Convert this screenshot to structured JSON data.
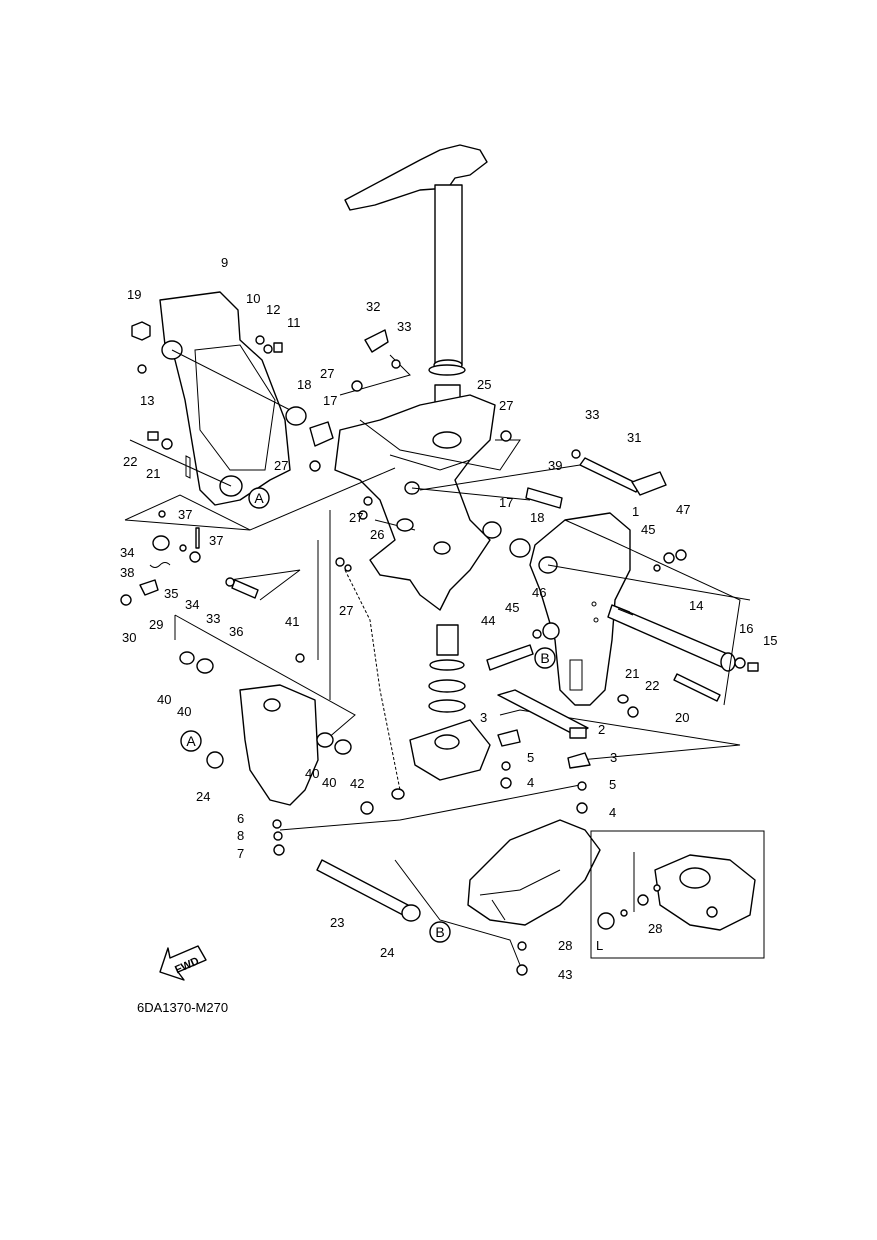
{
  "document_code": "6DA1370-M270",
  "fwd_label": "FWD",
  "inset_label": "L",
  "ref_markers": [
    "A",
    "B"
  ],
  "callouts": [
    "1",
    "2",
    "3",
    "4",
    "5",
    "6",
    "7",
    "8",
    "9",
    "10",
    "11",
    "12",
    "13",
    "14",
    "15",
    "16",
    "17",
    "18",
    "19",
    "20",
    "21",
    "22",
    "23",
    "24",
    "25",
    "26",
    "27",
    "28",
    "29",
    "30",
    "31",
    "32",
    "33",
    "34",
    "35",
    "36",
    "37",
    "38",
    "39",
    "40",
    "41",
    "42",
    "43",
    "44",
    "45",
    "46",
    "47"
  ]
}
